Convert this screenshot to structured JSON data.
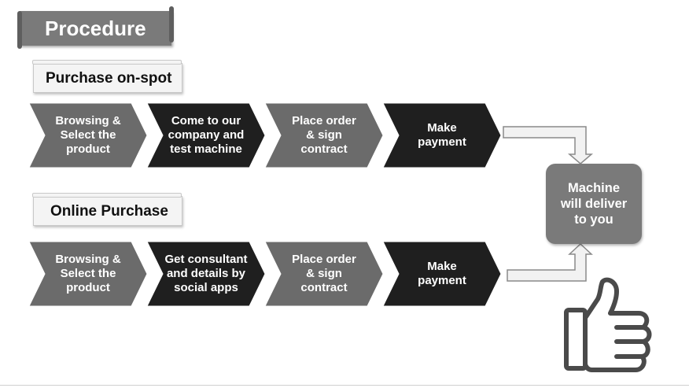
{
  "title": "Procedure",
  "colors": {
    "chevron_gray": "#6b6b6b",
    "chevron_dark": "#1f1f1f",
    "box_gray": "#7a7a7a",
    "connector_fill": "#f2f2f2",
    "connector_stroke": "#8a8a8a"
  },
  "onspot": {
    "label": "Purchase on-spot",
    "steps": [
      {
        "text": "Browsing &\nSelect the\nproduct"
      },
      {
        "text": "Come to our\ncompany and\ntest machine"
      },
      {
        "text": "Place order\n& sign\ncontract"
      },
      {
        "text": "Make\npayment"
      }
    ]
  },
  "online": {
    "label": "Online Purchase",
    "steps": [
      {
        "text": "Browsing &\nSelect the\nproduct"
      },
      {
        "text": "Get consultant\nand details by\nsocial apps"
      },
      {
        "text": "Place order\n& sign\ncontract"
      },
      {
        "text": "Make\npayment"
      }
    ]
  },
  "result": "Machine\nwill deliver\nto you",
  "icon": "thumbs-up-icon"
}
